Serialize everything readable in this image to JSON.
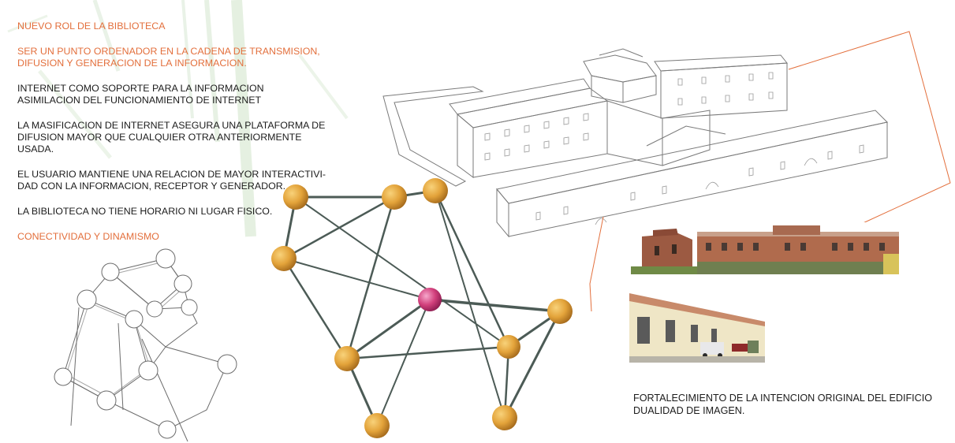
{
  "text_block": {
    "heading": "NUEVO ROL DE LA BIBLIOTECA",
    "role_line1": "SER UN PUNTO ORDENADOR EN LA CADENA DE TRANSMISION,",
    "role_line2": "DIFUSION Y GENERACION DE LA INFORMACION.",
    "p1_line1": "INTERNET COMO SOPORTE PARA LA INFORMACION",
    "p1_line2": "ASIMILACION DEL FUNCIONAMIENTO DE INTERNET",
    "p2_line1": "LA MASIFICACION DE INTERNET ASEGURA UNA PLATAFORMA DE",
    "p2_line2": "DIFUSION MAYOR QUE CUALQUIER OTRA ANTERIORMENTE",
    "p2_line3": "USADA.",
    "p3_line1": "EL USUARIO MANTIENE UNA RELACION DE MAYOR INTERACTIVI-",
    "p3_line2": "DAD CON LA INFORMACION, RECEPTOR Y GENERADOR.",
    "p4_line1": "LA BIBLIOTECA NO TIENE HORARIO NI LUGAR FISICO.",
    "conclusion": "CONECTIVIDAD Y DINAMISMO"
  },
  "caption": {
    "line1": "FORTALECIMIENTO DE LA INTENCION ORIGINAL DEL EDIFICIO",
    "line2": "DUALIDAD DE IMAGEN."
  },
  "colors": {
    "accent": "#e36f3c",
    "node_gold": "#e3a33a",
    "node_magenta": "#d2407c",
    "strut": "#4c5b56",
    "line_drawing": "#6c6c6c"
  }
}
